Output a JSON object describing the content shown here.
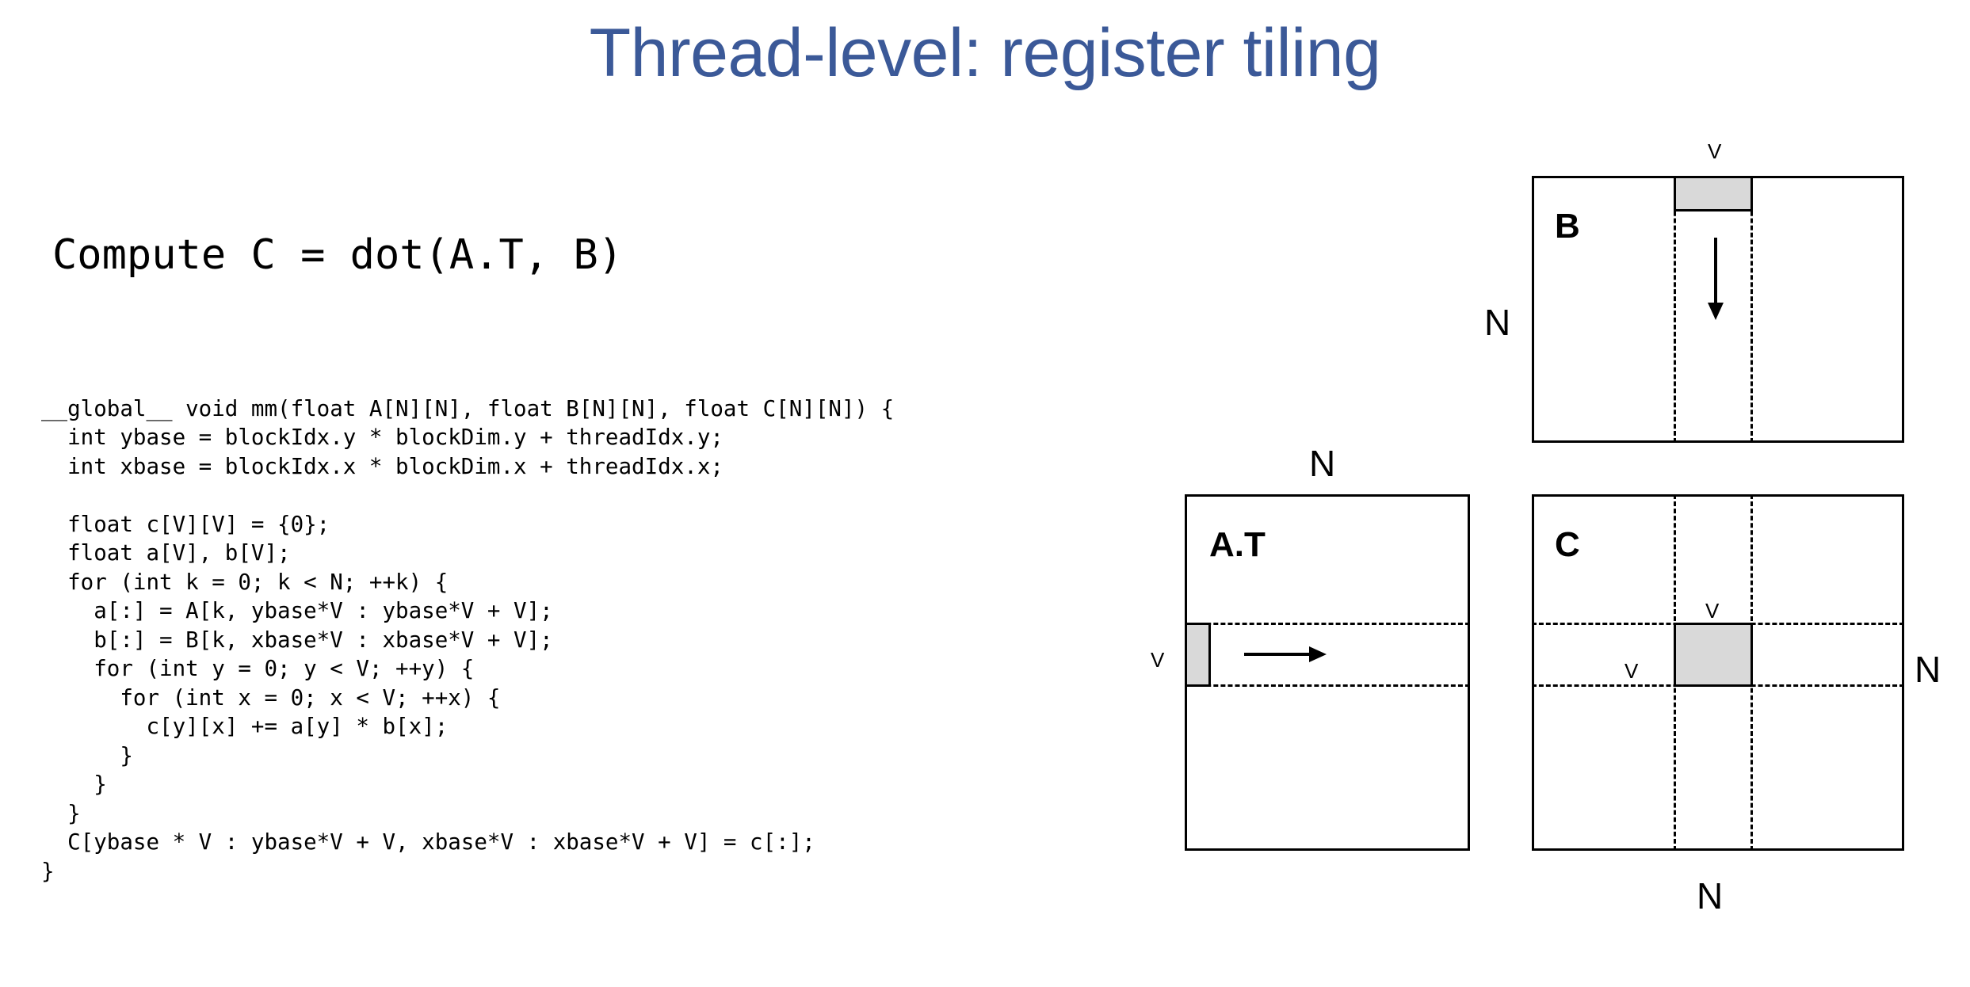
{
  "slide": {
    "title": "Thread-level: register tiling",
    "title_color": "#3B5998",
    "background": "#ffffff"
  },
  "content": {
    "compute_headline": "Compute C = dot(A.T, B)",
    "code": "__global__ void mm(float A[N][N], float B[N][N], float C[N][N]) {\n  int ybase = blockIdx.y * blockDim.y + threadIdx.y;\n  int xbase = blockIdx.x * blockDim.x + threadIdx.x;\n\n  float c[V][V] = {0};\n  float a[V], b[V];\n  for (int k = 0; k < N; ++k) {\n    a[:] = A[k, ybase*V : ybase*V + V];\n    b[:] = B[k, xbase*V : xbase*V + V];\n    for (int y = 0; y < V; ++y) {\n      for (int x = 0; x < V; ++x) {\n        c[y][x] += a[y] * b[x];\n      }\n    }\n  }\n  C[ybase * V : ybase*V + V, xbase*V : xbase*V + V] = c[:];\n}"
  },
  "diagram": {
    "highlight_color": "#D9D9D9",
    "stroke_color": "#000000",
    "matrix_b": {
      "name": "B",
      "dim_left": "N",
      "tile_label": "V",
      "arrow_direction": "down"
    },
    "matrix_at": {
      "name": "A.T",
      "dim_top": "N",
      "tile_label": "V",
      "arrow_direction": "right"
    },
    "matrix_c": {
      "name": "C",
      "dim_right": "N",
      "dim_bottom": "N",
      "tile_label_top": "V",
      "tile_label_left": "V"
    }
  }
}
